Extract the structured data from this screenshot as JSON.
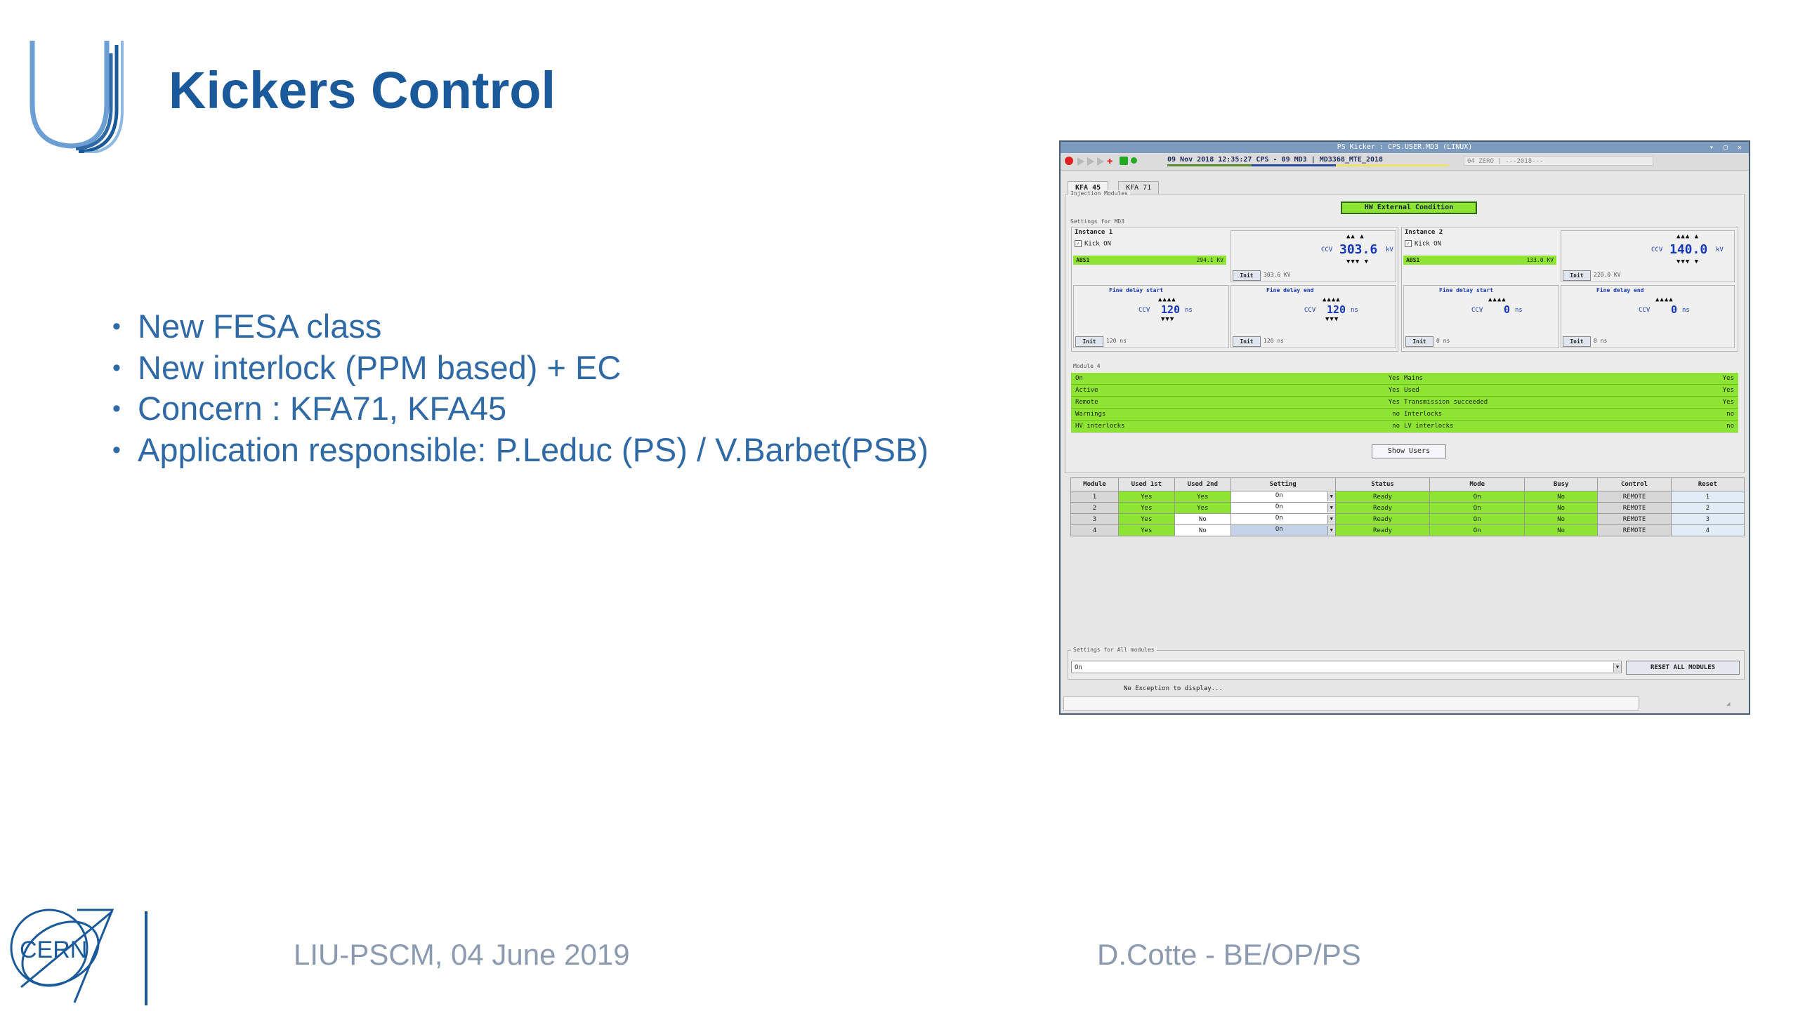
{
  "slide": {
    "title": "Kickers Control",
    "bullets": [
      "New FESA class",
      "New interlock (PPM based) + EC",
      "Concern : KFA71, KFA45",
      "Application responsible: P.Leduc (PS) / V.Barbet(PSB)"
    ],
    "footer_left": "LIU-PSCM, 04 June 2019",
    "footer_right": "D.Cotte - BE/OP/PS",
    "cern_logo_text": "CERN",
    "colors": {
      "title": "#1a5a9a",
      "bullets": "#2f6aa6",
      "footer": "#8c9ab0"
    }
  },
  "app": {
    "window_title": "PS Kicker : CPS.USER.MD3 (LINUX)",
    "toolbar": {
      "datetime_text": "09 Nov 2018  12:35:27  CPS - 09 MD3 | MD3368_MTE_2018",
      "zero_field": "04 ZERO | ---2018---"
    },
    "tabs": [
      "KFA 45",
      "KFA 71"
    ],
    "injection_modules_label": "Injection Modules",
    "hw_button": "HW External Condition",
    "settings_for_label": "Settings for MD3",
    "instances": [
      {
        "title": "Instance 1",
        "kick_on": "Kick ON",
        "bar_label": "ABS1",
        "bar_value": "294.1 KV",
        "ccv_label": "CCV",
        "ccv_value": "303.6",
        "ccv_unit": "kV",
        "init_label": "Init",
        "init_value": "303.6 KV",
        "fine_start_title": "Fine delay start",
        "fine_start_value": "120",
        "fine_start_unit": "ns",
        "fine_start_init": "120 ns",
        "fine_end_title": "Fine delay end",
        "fine_end_value": "120",
        "fine_end_unit": "ns",
        "fine_end_init": "120 ns"
      },
      {
        "title": "Instance 2",
        "kick_on": "Kick ON",
        "bar_label": "ABS1",
        "bar_value": "133.0 KV",
        "ccv_label": "CCV",
        "ccv_value": "140.0",
        "ccv_unit": "kV",
        "init_label": "Init",
        "init_value": "220.0 KV",
        "fine_start_title": "Fine delay start",
        "fine_start_value": "0",
        "fine_start_unit": "ns",
        "fine_start_init": "0 ns",
        "fine_end_title": "Fine delay end",
        "fine_end_value": "0",
        "fine_end_unit": "ns",
        "fine_end_init": "0 ns"
      }
    ],
    "module_label": "Module 4",
    "status_rows": [
      {
        "left_label": "On",
        "left_value": "Yes",
        "right_label": "Mains",
        "right_value": "Yes"
      },
      {
        "left_label": "Active",
        "left_value": "Yes",
        "right_label": "Used",
        "right_value": "Yes"
      },
      {
        "left_label": "Remote",
        "left_value": "Yes",
        "right_label": "Transmission succeeded",
        "right_value": "Yes"
      },
      {
        "left_label": "Warnings",
        "left_value": "no",
        "right_label": "Interlocks",
        "right_value": "no"
      },
      {
        "left_label": "HV interlocks",
        "left_value": "no",
        "right_label": "LV interlocks",
        "right_value": "no"
      }
    ],
    "show_users": "Show Users",
    "table": {
      "headers": [
        "Module",
        "Used 1st",
        "Used 2nd",
        "Setting",
        "Status",
        "Mode",
        "Busy",
        "Control",
        "Reset"
      ],
      "rows": [
        [
          "1",
          "Yes",
          "Yes",
          "On",
          "Ready",
          "On",
          "No",
          "REMOTE",
          "1"
        ],
        [
          "2",
          "Yes",
          "Yes",
          "On",
          "Ready",
          "On",
          "No",
          "REMOTE",
          "2"
        ],
        [
          "3",
          "Yes",
          "No",
          "On",
          "Ready",
          "On",
          "No",
          "REMOTE",
          "3"
        ],
        [
          "4",
          "Yes",
          "No",
          "On",
          "Ready",
          "On",
          "No",
          "REMOTE",
          "4"
        ]
      ]
    },
    "all_modules_label": "Settings for All modules",
    "all_modules_value": "On",
    "reset_all": "RESET ALL MODULES",
    "status_message": "No Exception to display..."
  }
}
